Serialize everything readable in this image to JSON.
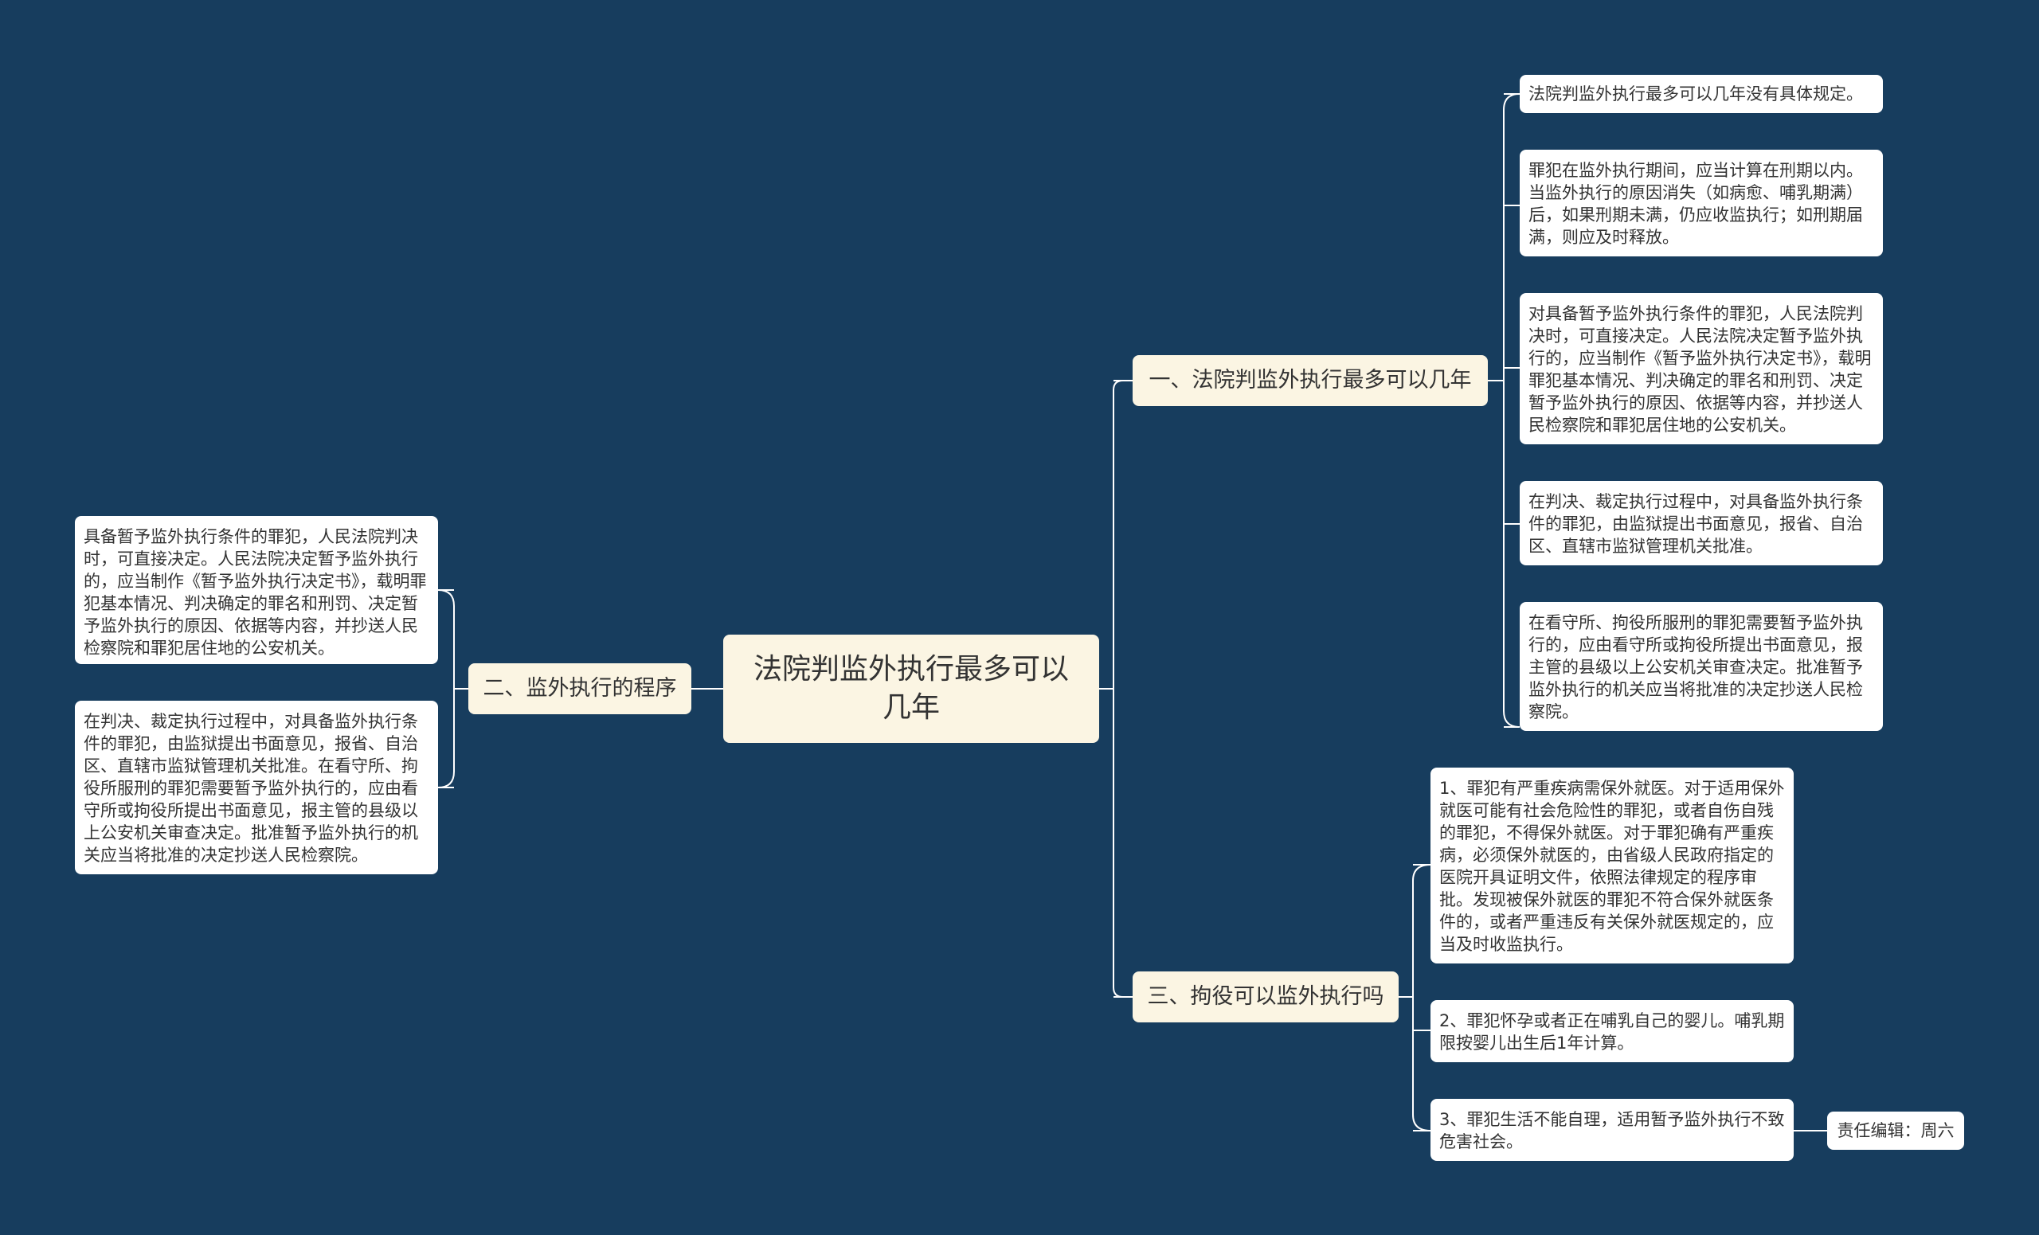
{
  "central_topic": "法院判监外执行最多可以几年",
  "branches": [
    {
      "label": "一、法院判监外执行最多可以几年",
      "children": [
        "法院判监外执行最多可以几年没有具体规定。",
        "罪犯在监外执行期间，应当计算在刑期以内。当监外执行的原因消失（如病愈、哺乳期满）后，如果刑期未满，仍应收监执行；如刑期届满，则应及时释放。",
        "对具备暂予监外执行条件的罪犯，人民法院判决时，可直接决定。人民法院决定暂予监外执行的，应当制作《暂予监外执行决定书》，载明罪犯基本情况、判决确定的罪名和刑罚、决定暂予监外执行的原因、依据等内容，并抄送人民检察院和罪犯居住地的公安机关。",
        "在判决、裁定执行过程中，对具备监外执行条件的罪犯，由监狱提出书面意见，报省、自治区、直辖市监狱管理机关批准。",
        "在看守所、拘役所服刑的罪犯需要暂予监外执行的，应由看守所或拘役所提出书面意见，报主管的县级以上公安机关审查决定。批准暂予监外执行的机关应当将批准的决定抄送人民检察院。"
      ]
    },
    {
      "label": "二、监外执行的程序",
      "children": [
        "具备暂予监外执行条件的罪犯，人民法院判决时，可直接决定。人民法院决定暂予监外执行的，应当制作《暂予监外执行决定书》，载明罪犯基本情况、判决确定的罪名和刑罚、决定暂予监外执行的原因、依据等内容，并抄送人民检察院和罪犯居住地的公安机关。",
        "在判决、裁定执行过程中，对具备监外执行条件的罪犯，由监狱提出书面意见，报省、自治区、直辖市监狱管理机关批准。在看守所、拘役所服刑的罪犯需要暂予监外执行的，应由看守所或拘役所提出书面意见，报主管的县级以上公安机关审查决定。批准暂予监外执行的机关应当将批准的决定抄送人民检察院。"
      ]
    },
    {
      "label": "三、拘役可以监外执行吗",
      "children": [
        "1、罪犯有严重疾病需保外就医。对于适用保外就医可能有社会危险性的罪犯，或者自伤自残的罪犯，不得保外就医。对于罪犯确有严重疾病，必须保外就医的，由省级人民政府指定的医院开具证明文件，依照法律规定的程序审批。发现被保外就医的罪犯不符合保外就医条件的，或者严重违反有关保外就医规定的，应当及时收监执行。",
        "2、罪犯怀孕或者正在哺乳自己的婴儿。哺乳期限按婴儿出生后1年计算。",
        "3、罪犯生活不能自理，适用暂予监外执行不致危害社会。"
      ]
    }
  ],
  "credit": "责任编辑：周六",
  "colors": {
    "background": "#173d5e",
    "branch_fill": "#fbf5e3",
    "leaf_fill": "#ffffff",
    "connector": "#ffffff",
    "text": "#333333"
  }
}
